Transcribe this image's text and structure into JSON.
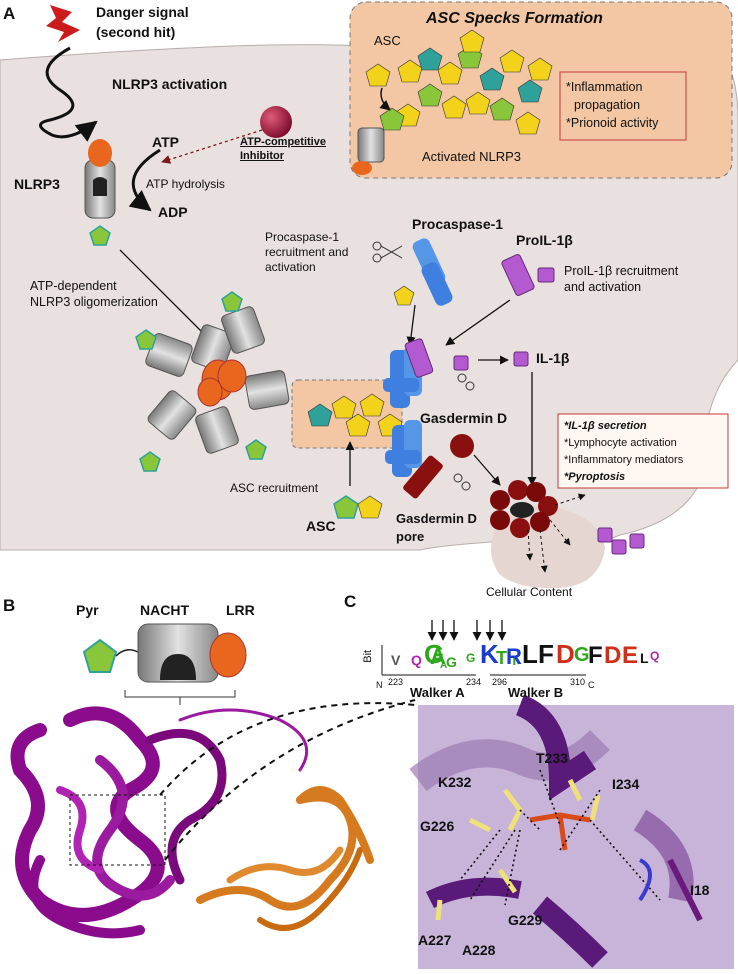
{
  "panels": {
    "a": "A",
    "b": "B",
    "c": "C"
  },
  "top": {
    "danger_signal": [
      "Danger signal",
      "(second hit)"
    ],
    "nlrp3_activation": "NLRP3 activation",
    "nlrp3": "NLRP3",
    "atp": "ATP",
    "adp": "ADP",
    "atp_hydrolysis": "ATP hydrolysis",
    "inhibitor": [
      "ATP-competitive",
      "Inhibitor"
    ],
    "oligomerization": [
      "ATP-dependent",
      "NLRP3 oligomerization"
    ],
    "procaspase_recruit": [
      "Procaspase-1",
      "recruitment and",
      "activation"
    ],
    "procaspase": "Procaspase-1",
    "proil": "ProIL-1β",
    "proil_recruit": [
      "ProIL-1β recruitment",
      "and activation"
    ],
    "il1b": "IL-1β",
    "gasdermin": "Gasdermin D",
    "gasdermin_pore": [
      "Gasdermin D",
      "pore"
    ],
    "asc_recruitment": "ASC recruitment",
    "asc": "ASC",
    "cellular_content": "Cellular Content"
  },
  "specks": {
    "title": "ASC Specks Formation",
    "asc": "ASC",
    "activated": "Activated NLRP3",
    "effects": [
      "*Inflammation",
      "propagation",
      "*Prionoid activity"
    ]
  },
  "outcomes": [
    "*IL-1β secretion",
    "*Lymphocyte activation",
    "*Inflammatory mediators",
    "*Pyroptosis"
  ],
  "domains": {
    "pyr": "Pyr",
    "nacht": "NACHT",
    "lrr": "LRR"
  },
  "logo": {
    "bits": "Bit",
    "n": "N",
    "c": "C",
    "pos_a_start": "223",
    "pos_a_end": "234",
    "pos_b_start": "296",
    "pos_b_end": "310",
    "walker_a": "Walker A",
    "walker_b": "Walker B",
    "seq_a": [
      "V",
      "Q",
      "G",
      "A",
      "A",
      "G",
      "G",
      "K",
      "T",
      "T"
    ],
    "seq_b": [
      "R",
      "L",
      "F",
      "D",
      "G",
      "F",
      "D",
      "E",
      "L",
      "Q"
    ]
  },
  "residues": [
    "T233",
    "K232",
    "I234",
    "G226",
    "I18",
    "G229",
    "A227",
    "A228"
  ],
  "colors": {
    "cell": "#e8e1df",
    "speck_bg": "#f3c7a4",
    "purple": "#8a0c8c",
    "orange": "#d67a1f",
    "blue": "#3f7fe0",
    "procasp": "#5596e6",
    "proil": "#b35ad0"
  }
}
